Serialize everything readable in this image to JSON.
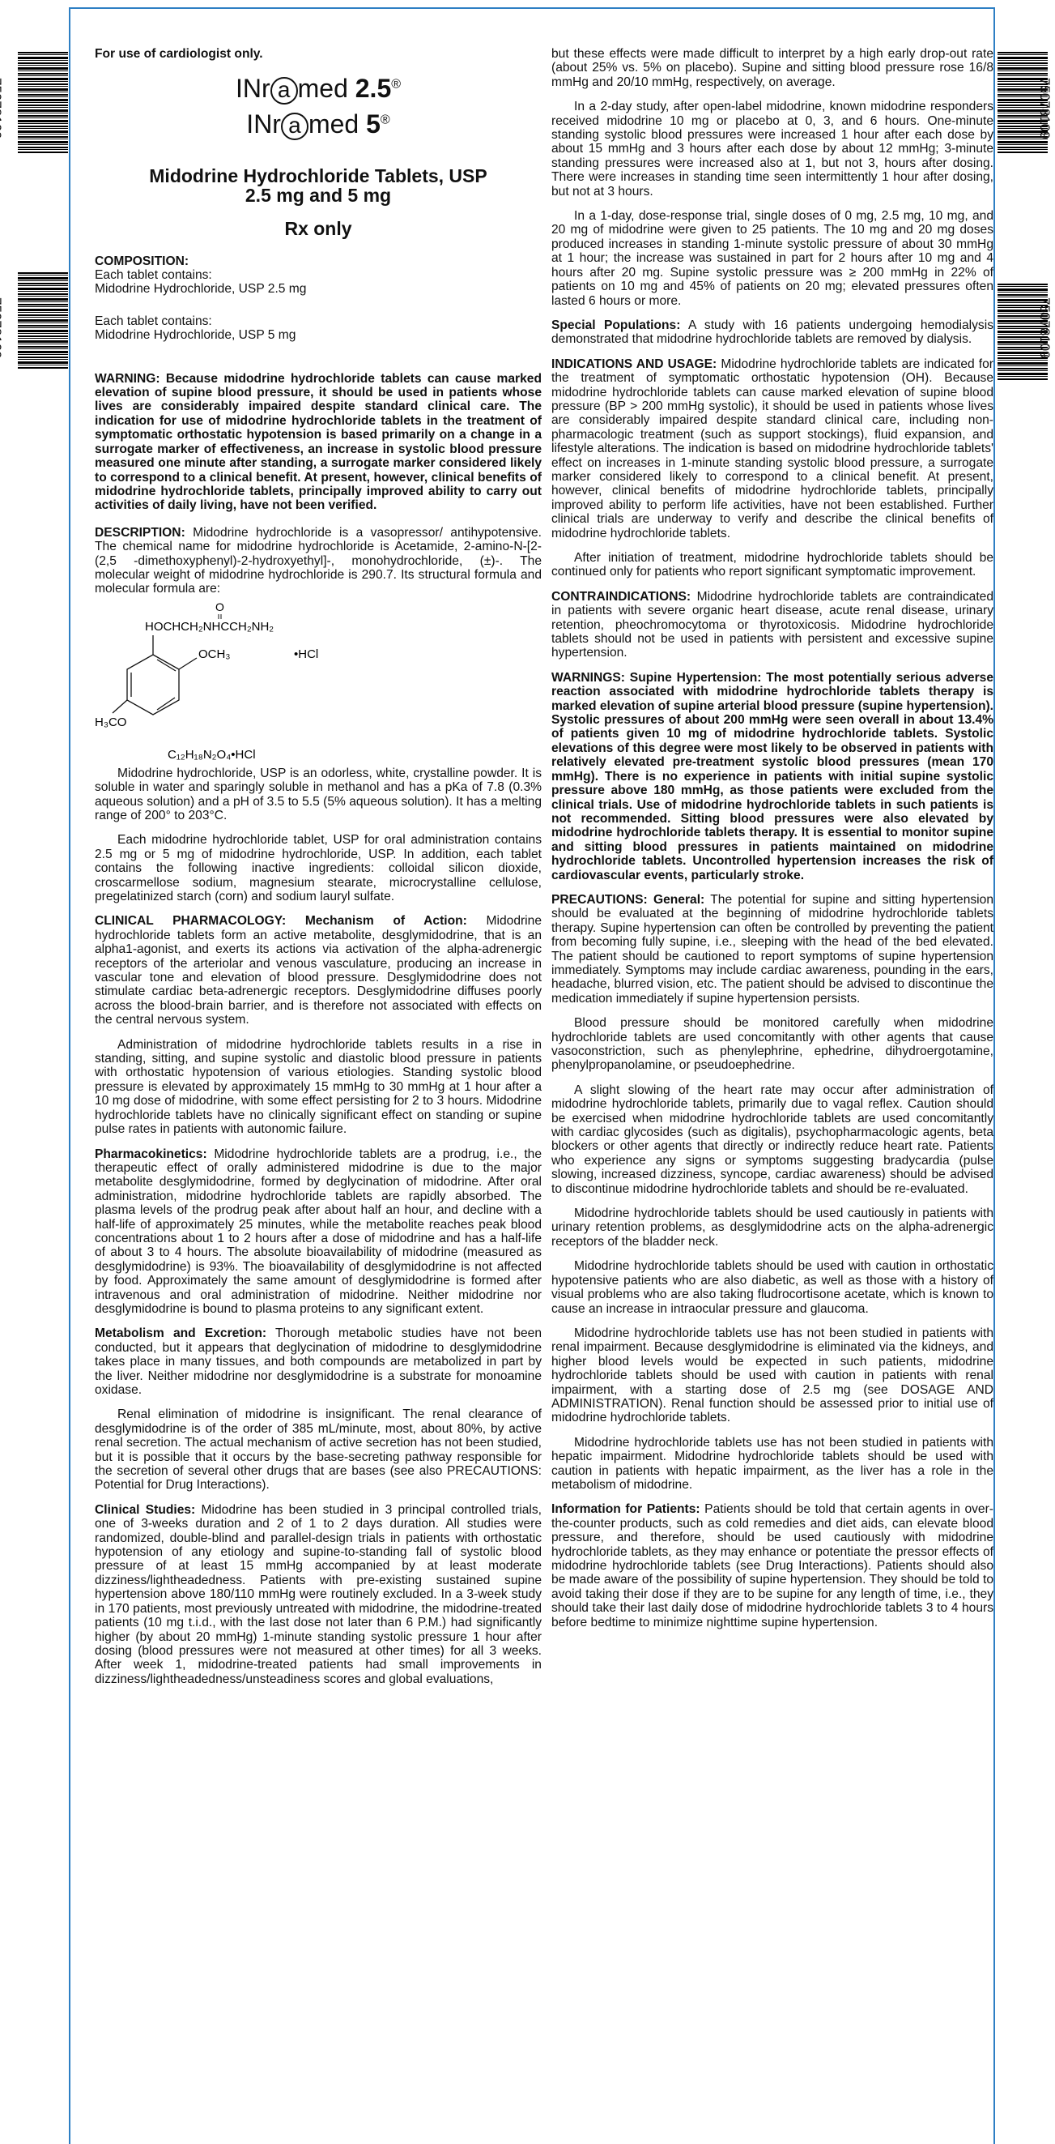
{
  "barcode_number": "75078109",
  "left_column": {
    "top_note": "For use of cardiologist only.",
    "brand1_prefix": "INr",
    "brand1_a": "a",
    "brand1_mid": "med",
    "brand1_num": "2.5",
    "brand1_reg": "®",
    "brand2_prefix": "INr",
    "brand2_a": "a",
    "brand2_mid": "med",
    "brand2_num": "5",
    "brand2_reg": "®",
    "title1": "Midodrine Hydrochloride Tablets, USP",
    "title2": "2.5 mg and 5 mg",
    "rx": "Rx only",
    "composition_head": "COMPOSITION:",
    "comp1a": "Each tablet contains:",
    "comp1b": "Midodrine Hydrochloride, USP 2.5 mg",
    "comp2a": "Each tablet contains:",
    "comp2b": "Midodrine Hydrochloride, USP 5 mg",
    "warning": "WARNING: Because midodrine hydrochloride tablets can cause marked elevation of supine blood pressure, it should be used in patients whose lives are considerably impaired despite standard clinical care. The indication for use of midodrine hydrochloride tablets in the treatment of symptomatic orthostatic hypotension is based primarily on a change in a surrogate marker of effectiveness, an increase in systolic blood pressure measured one minute after standing, a surrogate marker considered likely to correspond to a clinical benefit. At present, however, clinical benefits of midodrine hydrochloride tablets, principally improved ability to carry out activities of daily living, have not been verified.",
    "desc_head": "DESCRIPTION:",
    "desc_body": " Midodrine hydrochloride is a vasopressor/ antihypotensive. The chemical name for midodrine hydrochloride is Acetamide, 2-amino-N-[2-(2,5 -dimethoxyphenyl)-2-hydroxyethyl]-, monohydrochloride, (±)-. The molecular weight of midodrine hydrochloride is 290.7. Its structural formula and molecular formula are:",
    "formula_top": "HOCHCH₂NHCCH₂NH₂",
    "formula_o": "O",
    "formula_och3": "OCH₃",
    "formula_hcl": "•HCl",
    "formula_h3co": "H₃CO",
    "formula_mol": "C₁₂H₁₈N₂O₄•HCl",
    "p_odorless": "Midodrine hydrochloride, USP is an odorless, white, crystalline powder. It is soluble in water and sparingly soluble in methanol and has a pKa of 7.8 (0.3% aqueous solution) and a pH of 3.5 to 5.5 (5% aqueous solution). It has a melting range of 200° to 203°C.",
    "p_each": "Each midodrine hydrochloride tablet, USP for oral administration contains 2.5 mg or 5 mg of midodrine hydrochloride, USP. In addition, each tablet contains the following inactive ingredients: colloidal silicon dioxide, croscarmellose sodium, magnesium stearate, microcrystalline cellulose, pregelatinized starch (corn) and sodium lauryl sulfate.",
    "cp_head": "CLINICAL PHARMACOLOGY: Mechanism of Action:",
    "cp_body": " Midodrine hydrochloride tablets form an active metabolite, desglymidodrine, that is an alpha1-agonist, and exerts its actions via activation of the alpha-adrenergic receptors of the arteriolar and venous vasculature, producing an increase in vascular tone and elevation of blood pressure. Desglymidodrine does not stimulate cardiac beta-adrenergic receptors. Desglymidodrine diffuses poorly across the blood-brain barrier, and is therefore not associated with effects on the central nervous system.",
    "p_admin": "Administration of midodrine hydrochloride tablets results in a rise in standing, sitting, and supine systolic and diastolic blood pressure in patients with orthostatic hypotension of various etiologies. Standing systolic blood pressure is elevated by approximately 15 mmHg to 30 mmHg at 1 hour after a 10 mg dose of midodrine, with some effect persisting for 2 to 3 hours. Midodrine hydrochloride tablets have no clinically significant effect on standing or supine pulse rates in patients with autonomic failure.",
    "pk_head": "Pharmacokinetics:",
    "pk_body": " Midodrine hydrochloride tablets are a prodrug, i.e., the therapeutic effect of orally administered midodrine is due to the major metabolite desglymidodrine, formed by deglycination of midodrine. After oral administration, midodrine hydrochloride tablets are rapidly absorbed. The plasma levels of the prodrug peak after about half an hour, and decline with a half-life of approximately 25 minutes, while the metabolite reaches peak blood concentrations about 1 to 2 hours after a dose of midodrine and has a half-life of about 3 to 4 hours. The absolute bioavailability of midodrine (measured as desglymidodrine) is 93%. The bioavailability of desglymidodrine is not affected by food. Approximately the same amount of desglymidodrine is formed after intravenous and oral administration of midodrine. Neither midodrine nor desglymidodrine is bound to plasma proteins to any significant extent.",
    "me_head": "Metabolism and Excretion:",
    "me_body": " Thorough metabolic studies have not been conducted, but it appears that deglycination of midodrine to desglymidodrine takes place in many tissues, and both compounds are metabolized in part by the liver. Neither midodrine nor desglymidodrine is a substrate for monoamine oxidase.",
    "p_renal": "Renal elimination of midodrine is insignificant. The renal clearance of desglymidodrine is of the order of 385 mL/minute, most, about 80%, by active renal secretion. The actual mechanism of active secretion has not been studied, but it is possible that it occurs by the base-secreting pathway responsible for the secretion of several other drugs that are bases (see also PRECAUTIONS: Potential for Drug Interactions).",
    "cs_head": "Clinical Studies:",
    "cs_body": " Midodrine has been studied in 3 principal controlled trials, one of 3-weeks duration and 2 of 1 to 2 days duration. All studies were randomized, double-blind and parallel-design trials in patients with orthostatic hypotension of any etiology and supine-to-standing fall of systolic blood pressure of at least 15 mmHg accompanied by at least moderate dizziness/lightheadedness. Patients with pre-existing sustained supine hypertension above 180/110 mmHg were routinely excluded. In a 3-week study in 170 patients, most previously untreated with midodrine, the midodrine-treated patients (10 mg t.i.d., with the last dose not later than 6 P.M.) had significantly higher (by about 20 mmHg) 1-minute standing systolic pressure 1 hour after dosing (blood pressures were not measured at other times) for all 3 weeks. After week 1, midodrine-treated patients had small improvements in dizziness/lightheadedness/unsteadiness scores and global evaluations,"
  },
  "right_column": {
    "p_cont": "but these effects were made difficult to interpret by a high early drop-out rate (about 25% vs. 5% on placebo). Supine and sitting blood pressure rose 16/8 mmHg and 20/10 mmHg, respectively, on average.",
    "p_2day": "In a 2-day study, after open-label midodrine, known midodrine responders received midodrine 10 mg or placebo at 0, 3, and 6 hours. One-minute standing systolic blood pressures were increased 1 hour after each dose by about 15 mmHg and 3 hours after each dose by about 12 mmHg; 3-minute standing pressures were increased also at 1, but not 3, hours after dosing. There were increases in standing time seen intermittently 1 hour after dosing, but not at 3 hours.",
    "p_1day": "In a 1-day, dose-response trial, single doses of 0 mg, 2.5 mg, 10 mg, and 20 mg of midodrine were given to 25 patients. The 10 mg and 20 mg doses produced increases in standing 1-minute systolic pressure of about 30 mmHg at 1 hour; the increase was sustained in part for 2 hours after 10 mg and 4 hours after 20 mg. Supine systolic pressure was ≥ 200 mmHg in 22% of patients on 10 mg and 45% of patients on 20 mg; elevated pressures often lasted 6 hours or more.",
    "sp_head": "Special Populations:",
    "sp_body": " A study with 16 patients undergoing hemodialysis demonstrated that midodrine hydrochloride tablets are removed by dialysis.",
    "iu_head": "INDICATIONS AND USAGE:",
    "iu_body": " Midodrine hydrochloride tablets are indicated for the treatment of symptomatic orthostatic hypotension (OH). Because midodrine hydrochloride tablets can cause marked elevation of supine blood pressure (BP > 200 mmHg systolic), it should be used in patients whose lives are considerably impaired despite standard clinical care, including non-pharmacologic treatment (such as support stockings), fluid expansion, and lifestyle alterations. The indication is based on midodrine hydrochloride tablets' effect on increases in 1-minute standing systolic blood pressure, a surrogate marker considered likely to correspond to a clinical benefit. At present, however, clinical benefits of midodrine hydrochloride tablets, principally improved ability to perform life activities, have not been established. Further clinical trials are underway to verify and describe the clinical benefits of midodrine hydrochloride tablets.",
    "p_after": "After initiation of treatment, midodrine hydrochloride tablets should be continued only for patients who report significant symptomatic improvement.",
    "ci_head": "CONTRAINDICATIONS:",
    "ci_body": " Midodrine hydrochloride tablets are contraindicated in patients with severe organic heart disease, acute renal disease, urinary retention, pheochromocytoma or thyrotoxicosis. Midodrine hydrochloride tablets should not be used in patients with persistent and excessive supine hypertension.",
    "w2": "WARNINGS: Supine Hypertension: The most potentially serious adverse reaction associated with midodrine hydrochloride tablets therapy is marked elevation of supine arterial blood pressure (supine hypertension). Systolic pressures of about 200 mmHg were seen overall in about 13.4% of patients given 10 mg of midodrine hydrochloride tablets. Systolic elevations of this degree were most likely to be observed in patients with relatively elevated pre-treatment systolic blood pressures (mean 170 mmHg). There is no experience in patients with initial supine systolic pressure above 180 mmHg, as those patients were excluded from the clinical trials. Use of midodrine hydrochloride tablets in such patients is not recommended. Sitting blood pressures were also elevated by midodrine hydrochloride tablets therapy. It is essential to monitor supine and sitting blood pressures in patients maintained on midodrine hydrochloride tablets. Uncontrolled hypertension increases the risk of cardiovascular events, particularly stroke.",
    "pr_head": "PRECAUTIONS: General:",
    "pr_body": " The potential for supine and sitting hypertension should be evaluated at the beginning of midodrine hydrochloride tablets therapy. Supine hypertension can often be controlled by preventing the patient from becoming fully supine, i.e., sleeping with the head of the bed elevated. The patient should be cautioned to report symptoms of supine hypertension immediately. Symptoms may include cardiac awareness, pounding in the ears, headache, blurred vision, etc. The patient should be advised to discontinue the medication immediately if supine hypertension persists.",
    "p_bp": "Blood pressure should be monitored carefully when midodrine hydrochloride tablets are used concomitantly with other agents that cause vasoconstriction, such as phenylephrine, ephedrine, dihydroergotamine, phenylpropanolamine, or pseudoephedrine.",
    "p_slow": "A slight slowing of the heart rate may occur after administration of midodrine hydrochloride tablets, primarily due to vagal reflex. Caution should be exercised when midodrine hydrochloride tablets are used concomitantly with cardiac glycosides (such as digitalis), psychopharmacologic agents, beta blockers or other agents that directly or indirectly reduce heart rate. Patients who experience any signs or symptoms suggesting bradycardia (pulse slowing, increased dizziness, syncope, cardiac awareness) should be advised to discontinue midodrine hydrochloride tablets and should be re-evaluated.",
    "p_urinary": "Midodrine hydrochloride tablets should be used cautiously in patients with urinary retention problems, as desglymidodrine acts on the alpha-adrenergic receptors of the bladder neck.",
    "p_diabetic": "Midodrine hydrochloride tablets should be used with caution in orthostatic hypotensive patients who are also diabetic, as well as those with a history of visual problems who are also taking fludrocortisone acetate, which is known to cause an increase in intraocular pressure and glaucoma.",
    "p_renalimp": "Midodrine hydrochloride tablets use has not been studied in patients with renal impairment. Because desglymidodrine is eliminated via the kidneys, and higher blood levels would be expected in such patients, midodrine hydrochloride tablets should be used with caution in patients with renal impairment, with a starting dose of 2.5 mg (see DOSAGE AND ADMINISTRATION). Renal function should be assessed prior to initial use of midodrine hydrochloride tablets.",
    "p_hepatic": "Midodrine hydrochloride tablets use has not been studied in patients with hepatic impairment. Midodrine hydrochloride tablets should be used with caution in patients with hepatic impairment, as the liver has a role in the metabolism of midodrine.",
    "ip_head": "Information for Patients:",
    "ip_body": " Patients should be told that certain agents in over-the-counter products, such as cold remedies and diet aids, can elevate blood pressure, and therefore, should be used cautiously with midodrine hydrochloride tablets, as they may enhance or potentiate the pressor effects of midodrine hydrochloride tablets (see Drug Interactions). Patients should also be made aware of the possibility of supine hypertension. They should be told to avoid taking their dose if they are to be supine for any length of time, i.e., they should take their last daily dose of midodrine hydrochloride tablets 3 to 4 hours before bedtime to minimize nighttime supine hypertension."
  }
}
